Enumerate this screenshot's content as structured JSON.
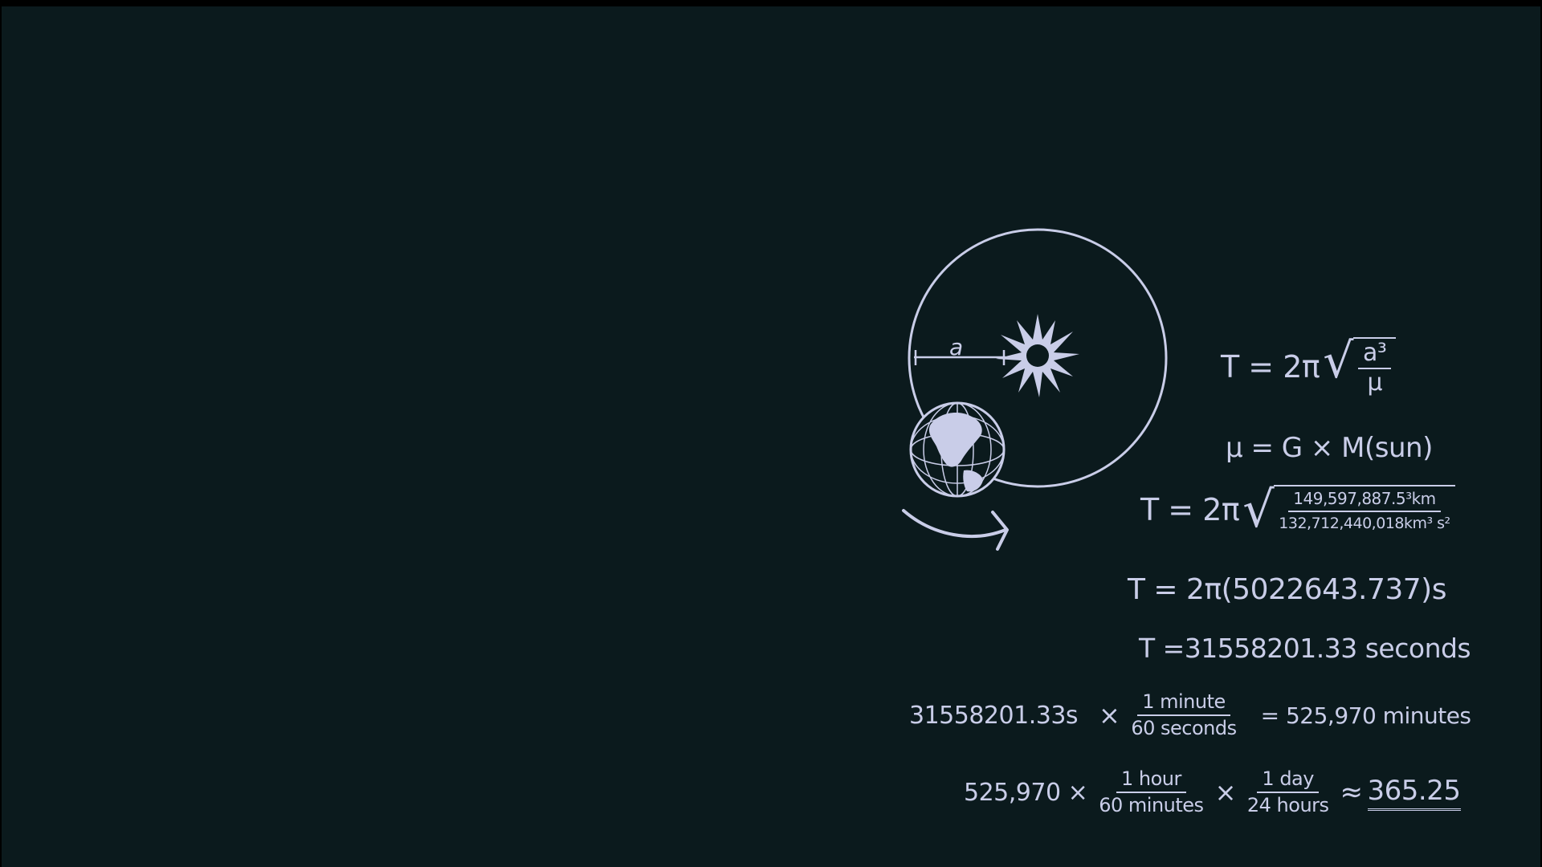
{
  "colors": {
    "background": "#0b1a1d",
    "chalk": "#c9cde8"
  },
  "diagram": {
    "radius_label": "a"
  },
  "equations": {
    "eq1": {
      "lhs": "T = 2π",
      "num": "a³",
      "den": "μ"
    },
    "eq2": {
      "text": "μ = G × M(sun)"
    },
    "eq3": {
      "lhs": "T = 2π",
      "num": "149,597,887.5³km",
      "den": "132,712,440,018km³ s²"
    },
    "eq4": {
      "text": "T = 2π(5022643.737)s"
    },
    "eq5": {
      "text": "T =31558201.33 seconds"
    },
    "eq6": {
      "lhs": "31558201.33s",
      "times": "×",
      "num": "1 minute",
      "den": "60 seconds",
      "rhs": "= 525,970 minutes"
    },
    "eq7": {
      "lhs": "525,970 ×",
      "num1": "1 hour",
      "den1": "60 minutes",
      "times": "×",
      "num2": "1 day",
      "den2": "24 hours",
      "approx": "≈",
      "result": "365.25"
    }
  }
}
